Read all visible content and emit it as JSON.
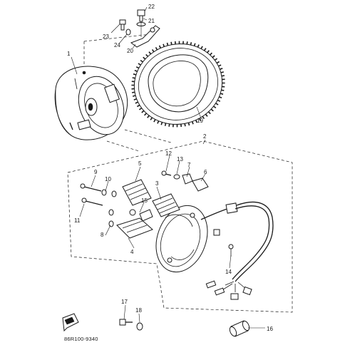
{
  "diagram": {
    "drawing_code": "86R100-9340",
    "part_numbers": [
      "1",
      "2",
      "3",
      "4",
      "5",
      "6",
      "7",
      "8",
      "9",
      "10",
      "11",
      "12",
      "13",
      "14",
      "15",
      "16",
      "17",
      "18",
      "19",
      "20",
      "21",
      "22",
      "23",
      "24"
    ]
  }
}
